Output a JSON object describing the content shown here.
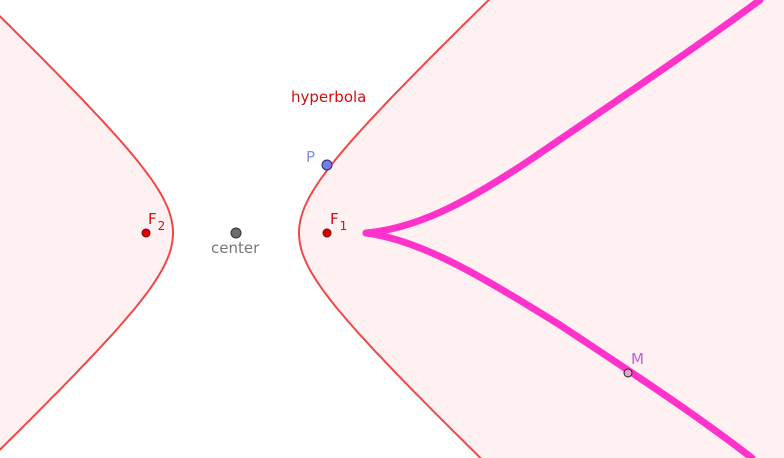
{
  "labels": {
    "hyperbola": "hyperbola",
    "point_p": "P",
    "focus1_letter": "F",
    "focus1_sub": "1",
    "focus2_letter": "F",
    "focus2_sub": "2",
    "center": "center",
    "point_m": "M"
  },
  "colors": {
    "hyperbola_stroke": "#f04848",
    "hyperbola_fill": "#fff0f1",
    "label_red": "#d01010",
    "point_p_fill": "#6f7ff0",
    "point_p_label": "#7f8fe8",
    "center_fill": "#6b6b6b",
    "center_label": "#777777",
    "locus_stroke": "#ff33cc",
    "point_m_label": "#c060e0",
    "focus_fill": "#e00000"
  }
}
